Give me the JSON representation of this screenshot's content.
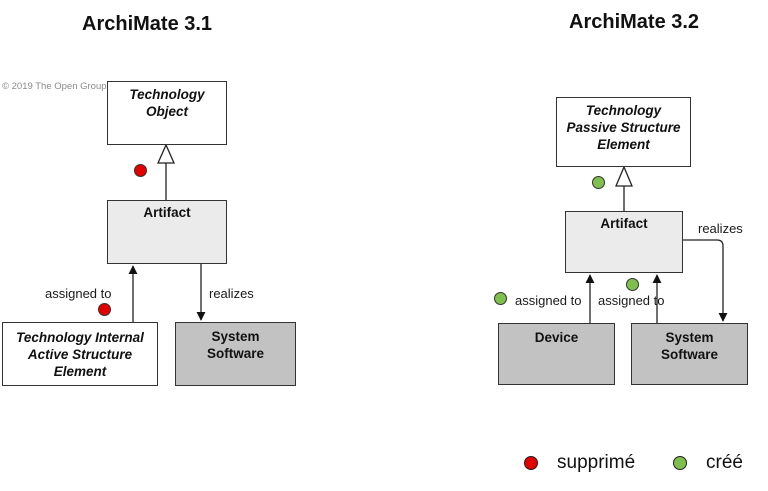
{
  "left": {
    "title": "ArchiMate 3.1",
    "copyright": "© 2019 The Open Group",
    "technology_object": [
      "Technology",
      "Object"
    ],
    "artifact": "Artifact",
    "internal_active": [
      "Technology Internal",
      "Active Structure",
      "Element"
    ],
    "system_software": [
      "System",
      "Software"
    ],
    "assigned_to": "assigned to",
    "realizes": "realizes"
  },
  "right": {
    "title": "ArchiMate 3.2",
    "passive_structure": [
      "Technology",
      "Passive Structure",
      "Element"
    ],
    "artifact": "Artifact",
    "device": "Device",
    "system_software": [
      "System",
      "Software"
    ],
    "assigned_to_1": "assigned to",
    "assigned_to_2": "assigned to",
    "realizes": "realizes"
  },
  "legend": {
    "removed": "supprimé",
    "created": "créé"
  },
  "colors": {
    "removed": "#e30000",
    "created": "#7fbf4d",
    "element_gray": "#c2c2c2",
    "artifact_fill": "#ebebeb"
  }
}
